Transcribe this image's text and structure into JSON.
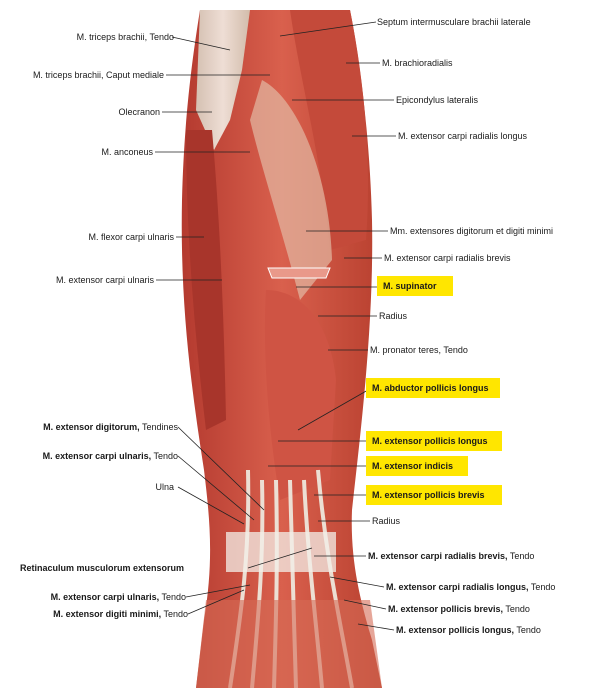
{
  "colors": {
    "highlight": "#ffe600",
    "muscle": "#c9463a",
    "muscle_light": "#e07a66",
    "tendon": "#e9e2d6",
    "line": "#222222"
  },
  "left_labels": [
    {
      "bold": "",
      "text": "M. triceps brachii, Tendo"
    },
    {
      "bold": "",
      "text": "M. triceps brachii, Caput mediale"
    },
    {
      "bold": "",
      "text": "Olecranon"
    },
    {
      "bold": "",
      "text": "M. anconeus"
    },
    {
      "bold": "",
      "text": "M. flexor carpi ulnaris"
    },
    {
      "bold": "",
      "text": "M. extensor carpi ulnaris"
    },
    {
      "bold": "M. extensor digitorum,",
      "text": " Tendines"
    },
    {
      "bold": "M. extensor carpi ulnaris,",
      "text": " Tendo"
    },
    {
      "bold": "",
      "text": "Ulna"
    },
    {
      "bold": "Retinaculum musculorum extensorum",
      "text": ""
    },
    {
      "bold": "M. extensor carpi ulnaris,",
      "text": " Tendo"
    },
    {
      "bold": "M. extensor digiti minimi,",
      "text": " Tendo"
    }
  ],
  "right_labels": [
    {
      "bold": "",
      "text": "Septum intermusculare brachii laterale"
    },
    {
      "bold": "",
      "text": "M. brachioradialis"
    },
    {
      "bold": "",
      "text": "Epicondylus lateralis"
    },
    {
      "bold": "",
      "text": "M. extensor carpi radialis longus"
    },
    {
      "bold": "",
      "text": "Mm. extensores digitorum et digiti minimi"
    },
    {
      "bold": "",
      "text": "M. extensor carpi radialis brevis"
    },
    {
      "bold": "M. supinator",
      "text": ""
    },
    {
      "bold": "",
      "text": "Radius"
    },
    {
      "bold": "",
      "text": "M. pronator teres, Tendo"
    },
    {
      "bold": "M. abductor pollicis longus",
      "text": ""
    },
    {
      "bold": "M. extensor pollicis longus",
      "text": ""
    },
    {
      "bold": "M. extensor indicis",
      "text": ""
    },
    {
      "bold": "M. extensor pollicis brevis",
      "text": ""
    },
    {
      "bold": "",
      "text": "Radius"
    },
    {
      "bold": "M. extensor carpi radialis brevis,",
      "text": " Tendo"
    },
    {
      "bold": "M. extensor carpi radialis longus,",
      "text": " Tendo"
    },
    {
      "bold": "M. extensor pollicis brevis,",
      "text": " Tendo"
    },
    {
      "bold": "M. extensor pollicis longus,",
      "text": " Tendo"
    }
  ]
}
